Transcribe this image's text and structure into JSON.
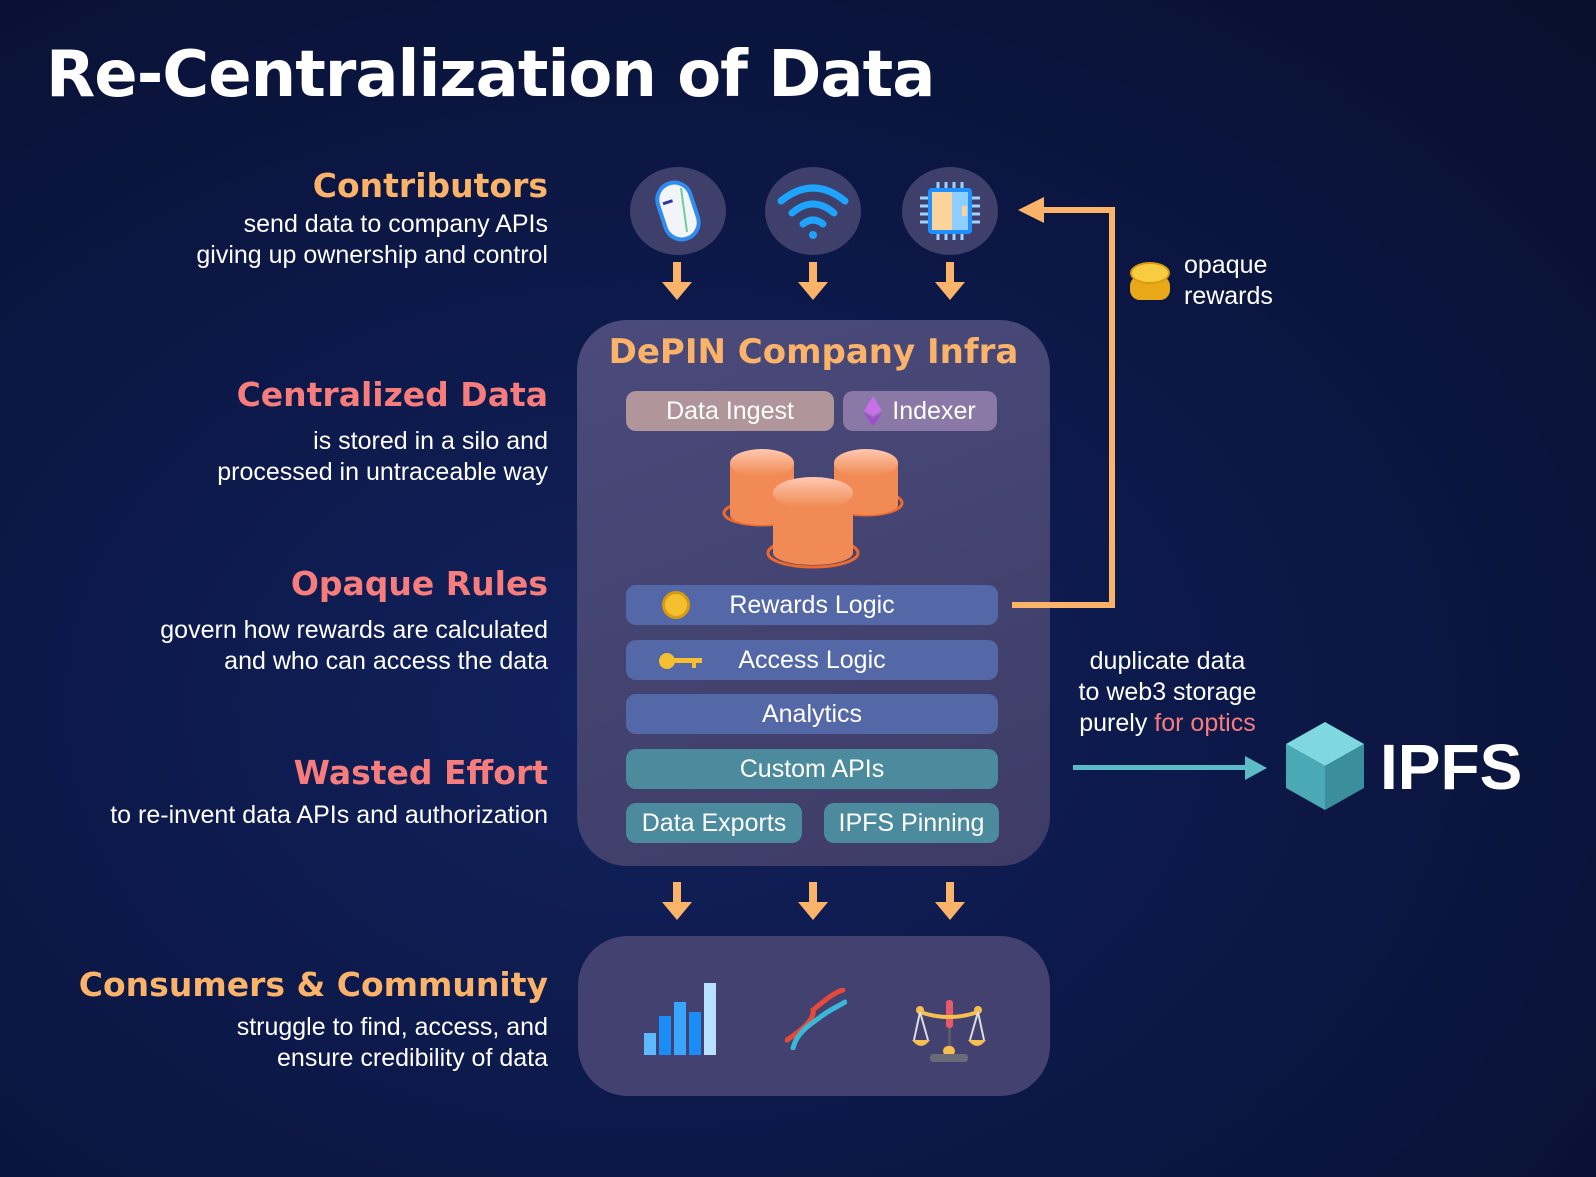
{
  "title": "Re-Centralization of Data",
  "sections": [
    {
      "heading": "Contributors",
      "desc1": "send data to company APIs",
      "desc2": "giving up ownership and control"
    },
    {
      "heading": "Centralized Data",
      "desc1": "is stored in a silo and",
      "desc2": "processed in untraceable way"
    },
    {
      "heading": "Opaque Rules",
      "desc1": "govern how rewards are calculated",
      "desc2": "and who can access the data"
    },
    {
      "heading": "Wasted Effort",
      "desc1": "to re-invent data APIs and authorization"
    },
    {
      "heading": "Consumers & Community",
      "desc1": "struggle to find, access, and",
      "desc2": "ensure credibility of data"
    }
  ],
  "infra": {
    "title": "DePIN Company Infra",
    "data_ingest": "Data Ingest",
    "indexer": "Indexer",
    "rewards_logic": "Rewards Logic",
    "access_logic": "Access Logic",
    "analytics": "Analytics",
    "custom_apis": "Custom APIs",
    "data_exports": "Data Exports",
    "ipfs_pinning": "IPFS Pinning"
  },
  "rewards_note": {
    "line1": "opaque",
    "line2": "rewards"
  },
  "duplicate_note": {
    "line1": "duplicate data",
    "line2": "to web3 storage",
    "line3": "purely ",
    "highlight": "for optics"
  },
  "ipfs": {
    "label": "IPFS"
  },
  "colors": {
    "accent_orange": "#fbb36a",
    "accent_pink": "#f77c7c",
    "teal": "#5bbcc8"
  }
}
